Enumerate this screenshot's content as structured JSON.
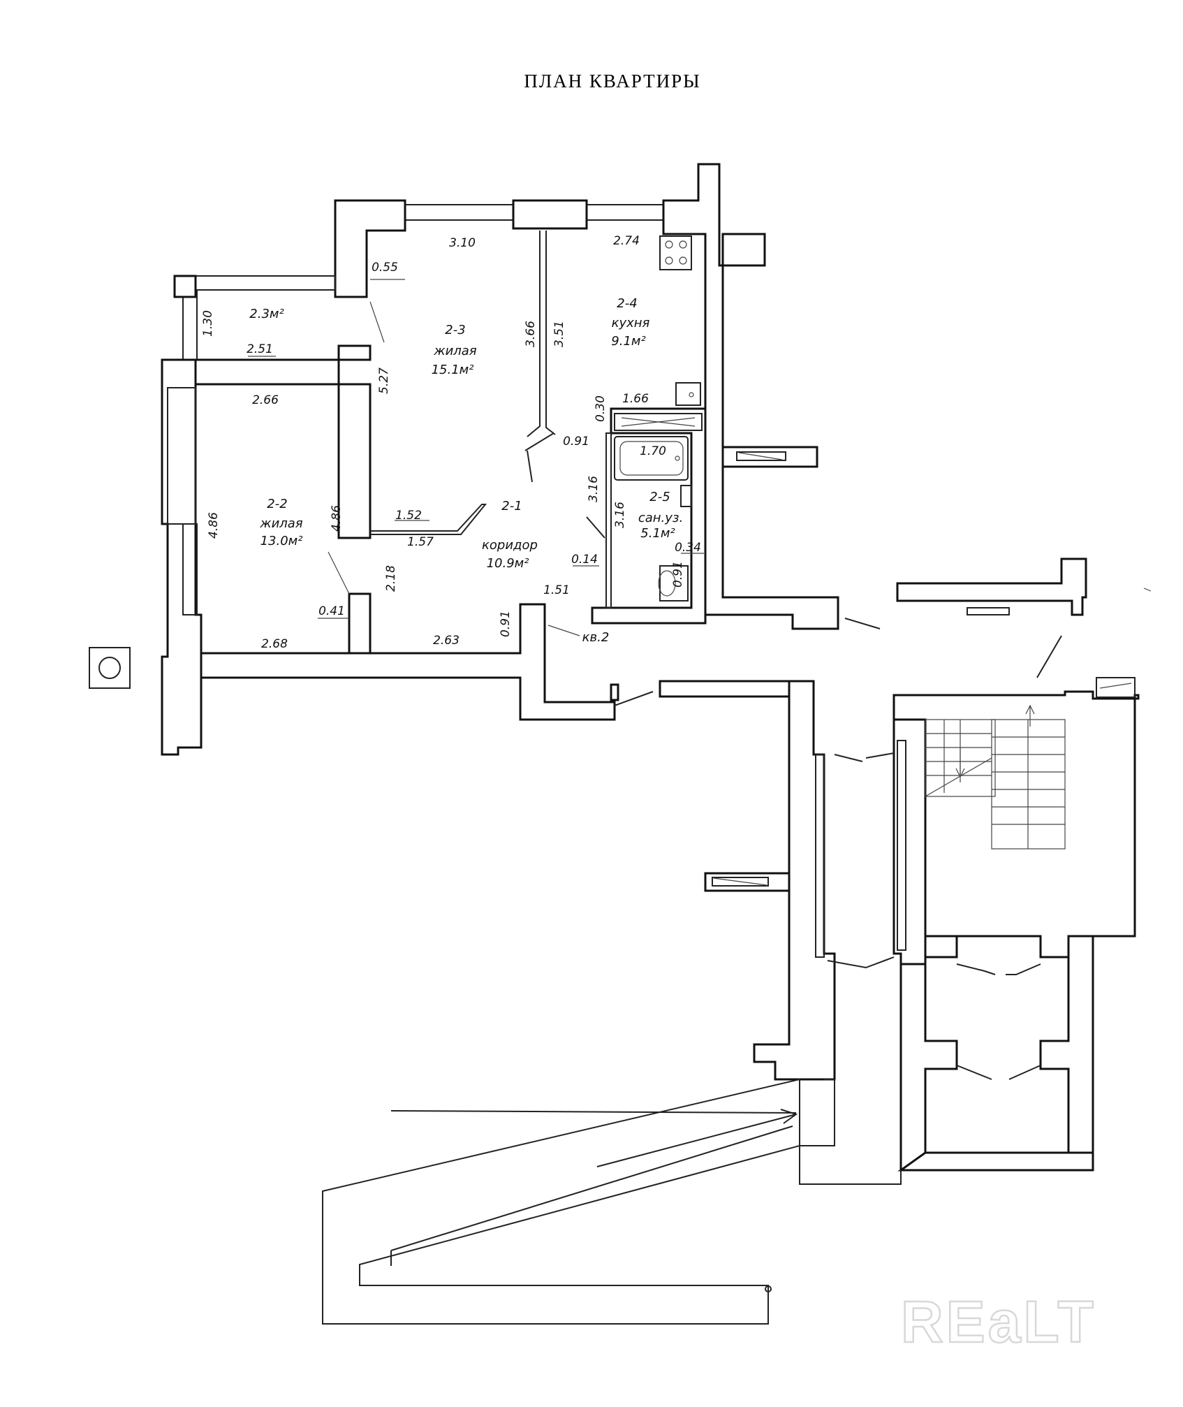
{
  "title": "ПЛАН КВАРТИРЫ",
  "rooms": [
    {
      "id": "2-1",
      "type": "коридор",
      "area": "10.9м²"
    },
    {
      "id": "2-2",
      "type": "жилая",
      "area": "13.0м²"
    },
    {
      "id": "2-3",
      "type": "жилая",
      "area": "15.1м²"
    },
    {
      "id": "2-4",
      "type": "кухня",
      "area": "9.1м²"
    },
    {
      "id": "2-5",
      "type": "сан.уз.",
      "area": "5.1м²"
    }
  ],
  "balcony_area": "2.3м²",
  "apartment_label": "кв.2",
  "dimensions": {
    "d_310": "3.10",
    "d_274": "2.74",
    "d_055": "0.55",
    "d_130": "1.30",
    "d_251": "2.51",
    "d_266": "2.66",
    "d_527": "5.27",
    "d_366": "3.66",
    "d_351": "3.51",
    "d_030": "0.30",
    "d_166": "1.66",
    "d_091a": "0.91",
    "d_170": "1.70",
    "d_316a": "3.16",
    "d_316b": "3.16",
    "d_486a": "4.86",
    "d_486b": "4.86",
    "d_152": "1.52",
    "d_157": "1.57",
    "d_034": "0.34",
    "d_014": "0.14",
    "d_091b": "0.91",
    "d_218": "2.18",
    "d_151": "1.51",
    "d_041": "0.41",
    "d_268": "2.68",
    "d_263": "2.63",
    "d_091c": "0.91"
  },
  "watermark": "REaLT",
  "icons": {
    "compass": "circle-symbol-icon",
    "stove": "stove-icon",
    "bathtub": "bathtub-icon",
    "toilet": "toilet-icon",
    "sink": "sink-icon"
  }
}
